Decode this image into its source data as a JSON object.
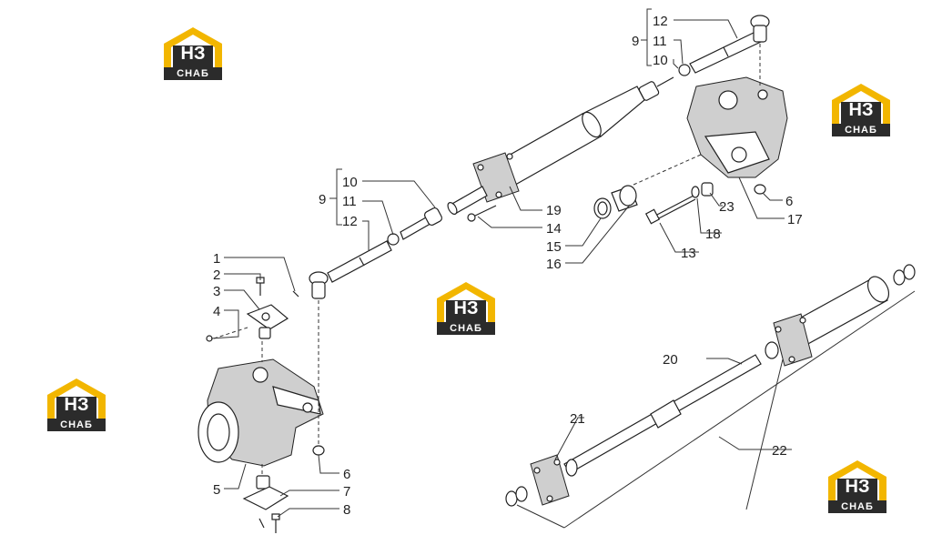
{
  "logos": [
    {
      "mark": "НЗ",
      "caption": "СНАБ"
    },
    {
      "mark": "НЗ",
      "caption": "СНАБ"
    },
    {
      "mark": "НЗ",
      "caption": "СНАБ"
    },
    {
      "mark": "НЗ",
      "caption": "СНАБ"
    },
    {
      "mark": "НЗ",
      "caption": "СНАБ"
    }
  ],
  "colors": {
    "logo_yellow": "#f2b600",
    "logo_dark": "#2b2b2b",
    "line": "#222222"
  },
  "callouts": {
    "c1": "1",
    "c2": "2",
    "c3": "3",
    "c4": "4",
    "c5": "5",
    "c6a": "6",
    "c6b": "6",
    "c7": "7",
    "c8": "8",
    "c9a": "9",
    "c9b": "9",
    "c10a": "10",
    "c10b": "10",
    "c11a": "11",
    "c11b": "11",
    "c12a": "12",
    "c12b": "12",
    "c13": "13",
    "c14": "14",
    "c15": "15",
    "c16": "16",
    "c17": "17",
    "c18": "18",
    "c19": "19",
    "c20": "20",
    "c21": "21",
    "c22": "22",
    "c23": "23"
  }
}
